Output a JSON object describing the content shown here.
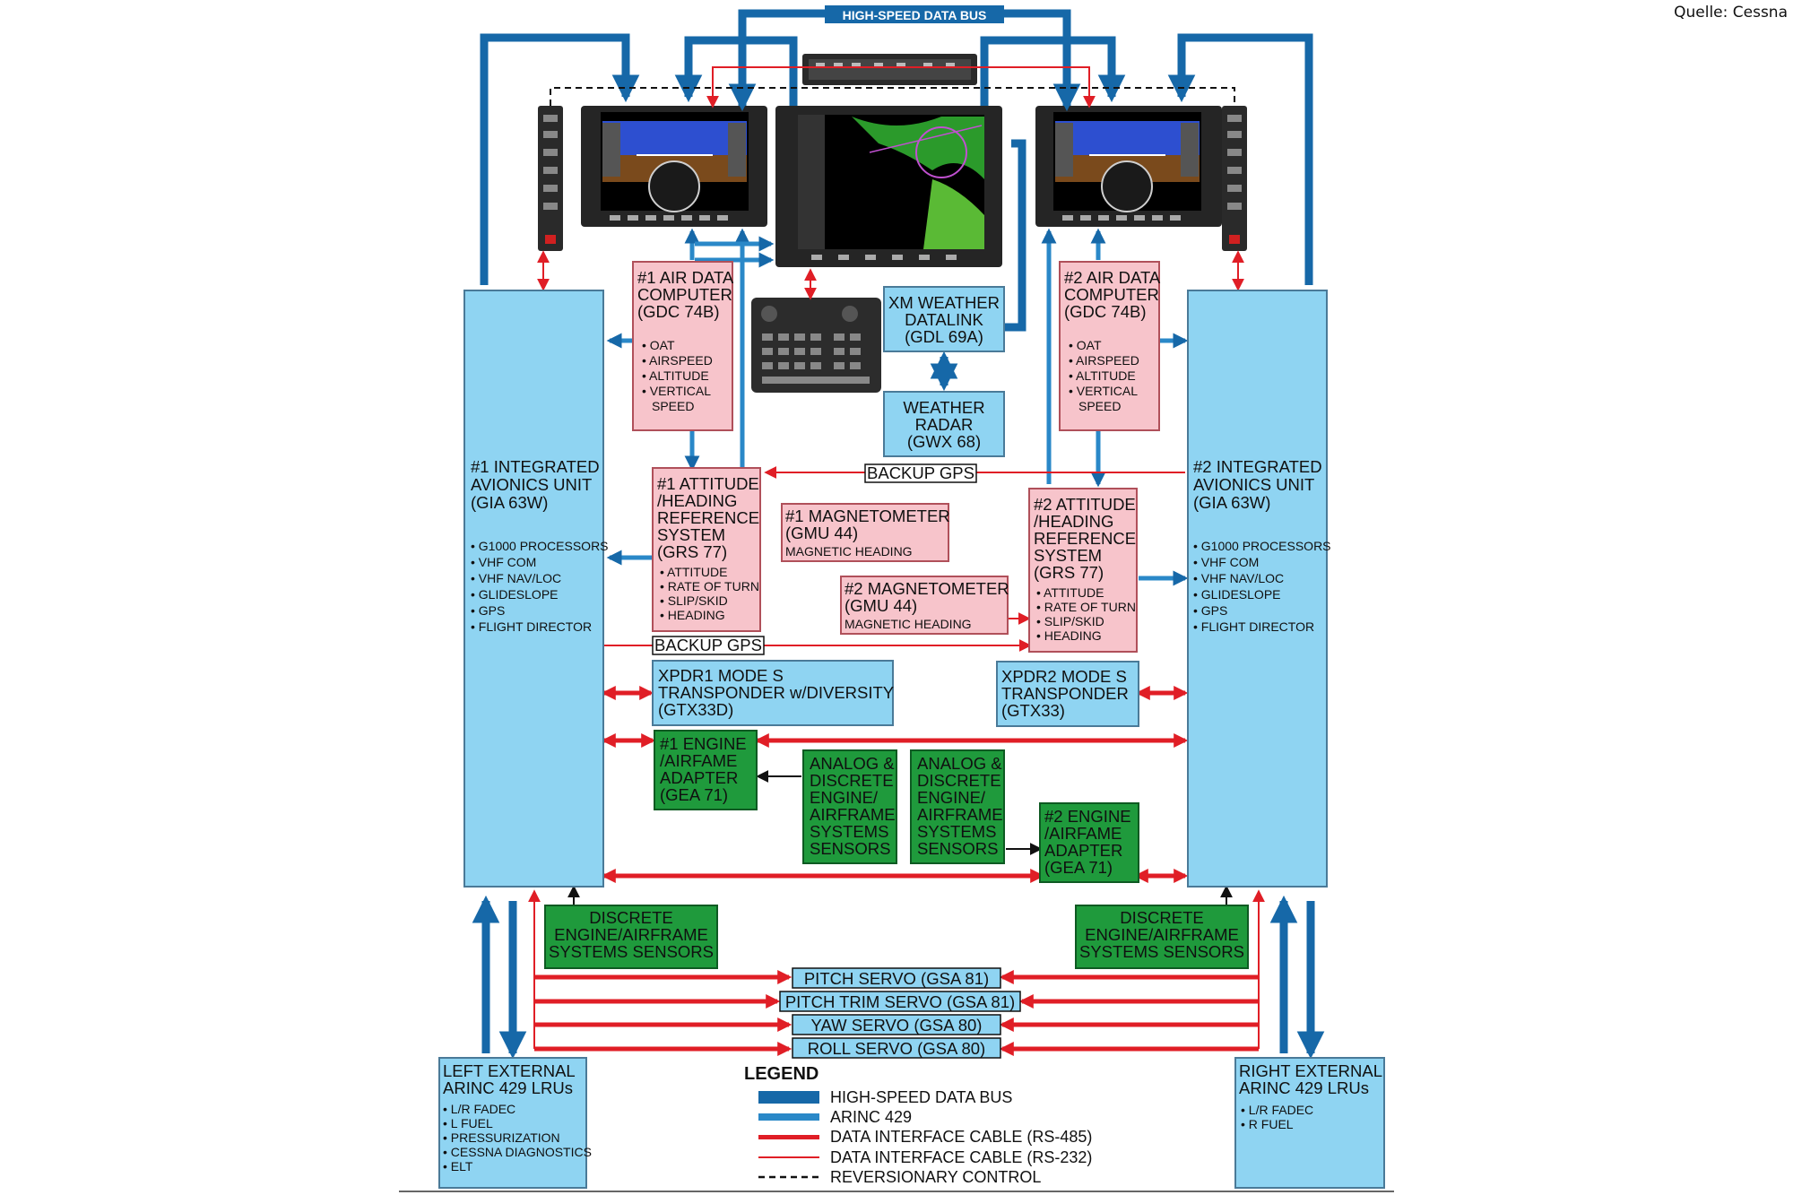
{
  "source": "Quelle: Cessna",
  "bus_label": "HIGH-SPEED DATA BUS",
  "backup_gps_label": "BACKUP GPS",
  "colors": {
    "high_speed_bus": "#1668a8",
    "arinc429": "#2a88c8",
    "rs485": "#e01e26",
    "rs232": "#e01e26",
    "box_blue": "#8fd4f2",
    "box_pink": "#f7c4cb",
    "box_green": "#1f9a3c"
  },
  "gia1": {
    "title": [
      "#1 INTEGRATED",
      "AVIONICS UNIT",
      "(GIA 63W)"
    ],
    "items": [
      "• G1000 PROCESSORS",
      "• VHF COM",
      "• VHF NAV/LOC",
      "• GLIDESLOPE",
      "• GPS",
      "• FLIGHT DIRECTOR"
    ]
  },
  "gia2": {
    "title": [
      "#2 INTEGRATED",
      "AVIONICS UNIT",
      "(GIA 63W)"
    ],
    "items": [
      "• G1000 PROCESSORS",
      "• VHF COM",
      "• VHF NAV/LOC",
      "• GLIDESLOPE",
      "• GPS",
      "• FLIGHT DIRECTOR"
    ]
  },
  "adc1": {
    "title": [
      "#1 AIR DATA",
      "COMPUTER",
      "(GDC 74B)"
    ],
    "items": [
      "• OAT",
      "• AIRSPEED",
      "• ALTITUDE",
      "• VERTICAL",
      "SPEED"
    ]
  },
  "adc2": {
    "title": [
      "#2 AIR DATA",
      "COMPUTER",
      "(GDC 74B)"
    ],
    "items": [
      "• OAT",
      "• AIRSPEED",
      "• ALTITUDE",
      "• VERTICAL",
      "SPEED"
    ]
  },
  "xm": {
    "title": [
      "XM WEATHER",
      "DATALINK",
      "(GDL 69A)"
    ]
  },
  "radar": {
    "title": [
      "WEATHER",
      "RADAR",
      "(GWX 68)"
    ]
  },
  "ahrs1": {
    "title": [
      "#1 ATTITUDE",
      "/HEADING",
      "REFERENCE",
      "SYSTEM",
      "(GRS 77)"
    ],
    "items": [
      "• ATTITUDE",
      "• RATE OF TURN",
      "• SLIP/SKID",
      "• HEADING"
    ]
  },
  "ahrs2": {
    "title": [
      "#2 ATTITUDE",
      "/HEADING",
      "REFERENCE",
      "SYSTEM",
      "(GRS 77)"
    ],
    "items": [
      "• ATTITUDE",
      "• RATE OF TURN",
      "• SLIP/SKID",
      "• HEADING"
    ]
  },
  "mag1": {
    "title": [
      "#1 MAGNETOMETER",
      "(GMU 44)"
    ],
    "sub": "MAGNETIC HEADING"
  },
  "mag2": {
    "title": [
      "#2 MAGNETOMETER",
      "(GMU 44)"
    ],
    "sub": "MAGNETIC HEADING"
  },
  "xpdr1": {
    "title": [
      "XPDR1  MODE S",
      "TRANSPONDER w/DIVERSITY",
      "(GTX33D)"
    ]
  },
  "xpdr2": {
    "title": [
      "XPDR2  MODE S",
      "TRANSPONDER",
      "(GTX33)"
    ]
  },
  "gea1": {
    "title": [
      "#1 ENGINE",
      "/AIRFAME",
      "ADAPTER",
      "(GEA 71)"
    ]
  },
  "gea2": {
    "title": [
      "#2 ENGINE",
      "/AIRFAME",
      "ADAPTER",
      "(GEA 71)"
    ]
  },
  "analog1": {
    "title": [
      "ANALOG &",
      "DISCRETE",
      "ENGINE/",
      "AIRFRAME",
      "SYSTEMS",
      "SENSORS"
    ]
  },
  "analog2": {
    "title": [
      "ANALOG &",
      "DISCRETE",
      "ENGINE/",
      "AIRFRAME",
      "SYSTEMS",
      "SENSORS"
    ]
  },
  "disc_left": {
    "title": [
      "DISCRETE",
      "ENGINE/AIRFRAME",
      "SYSTEMS SENSORS"
    ]
  },
  "disc_right": {
    "title": [
      "DISCRETE",
      "ENGINE/AIRFRAME",
      "SYSTEMS SENSORS"
    ]
  },
  "servos": {
    "pitch": "PITCH SERVO (GSA 81)",
    "pitch_trim": "PITCH TRIM SERVO (GSA 81)",
    "yaw": "YAW SERVO (GSA 80)",
    "roll": "ROLL SERVO (GSA 80)"
  },
  "left_ext": {
    "title": [
      "LEFT EXTERNAL",
      "ARINC 429 LRUs"
    ],
    "items": [
      "• L/R FADEC",
      "• L FUEL",
      "• PRESSURIZATION",
      "• CESSNA DIAGNOSTICS",
      "• ELT"
    ]
  },
  "right_ext": {
    "title": [
      "RIGHT EXTERNAL",
      "ARINC 429 LRUs"
    ],
    "items": [
      "• L/R FADEC",
      "• R FUEL"
    ]
  },
  "legend": {
    "title": "LEGEND",
    "items": [
      {
        "label": "HIGH-SPEED DATA BUS",
        "style": "high_speed_bus"
      },
      {
        "label": "ARINC 429",
        "style": "arinc429"
      },
      {
        "label": "DATA INTERFACE CABLE (RS-485)",
        "style": "rs485"
      },
      {
        "label": "DATA INTERFACE CABLE (RS-232)",
        "style": "rs232"
      },
      {
        "label": "REVERSIONARY CONTROL",
        "style": "reversionary"
      }
    ]
  },
  "icons": [
    "pfd1-display-icon",
    "mfd-display-icon",
    "pfd2-display-icon",
    "audio-panel-icon",
    "keypad-controller-icon",
    "bezel-controller-left-icon",
    "bezel-controller-right-icon"
  ]
}
